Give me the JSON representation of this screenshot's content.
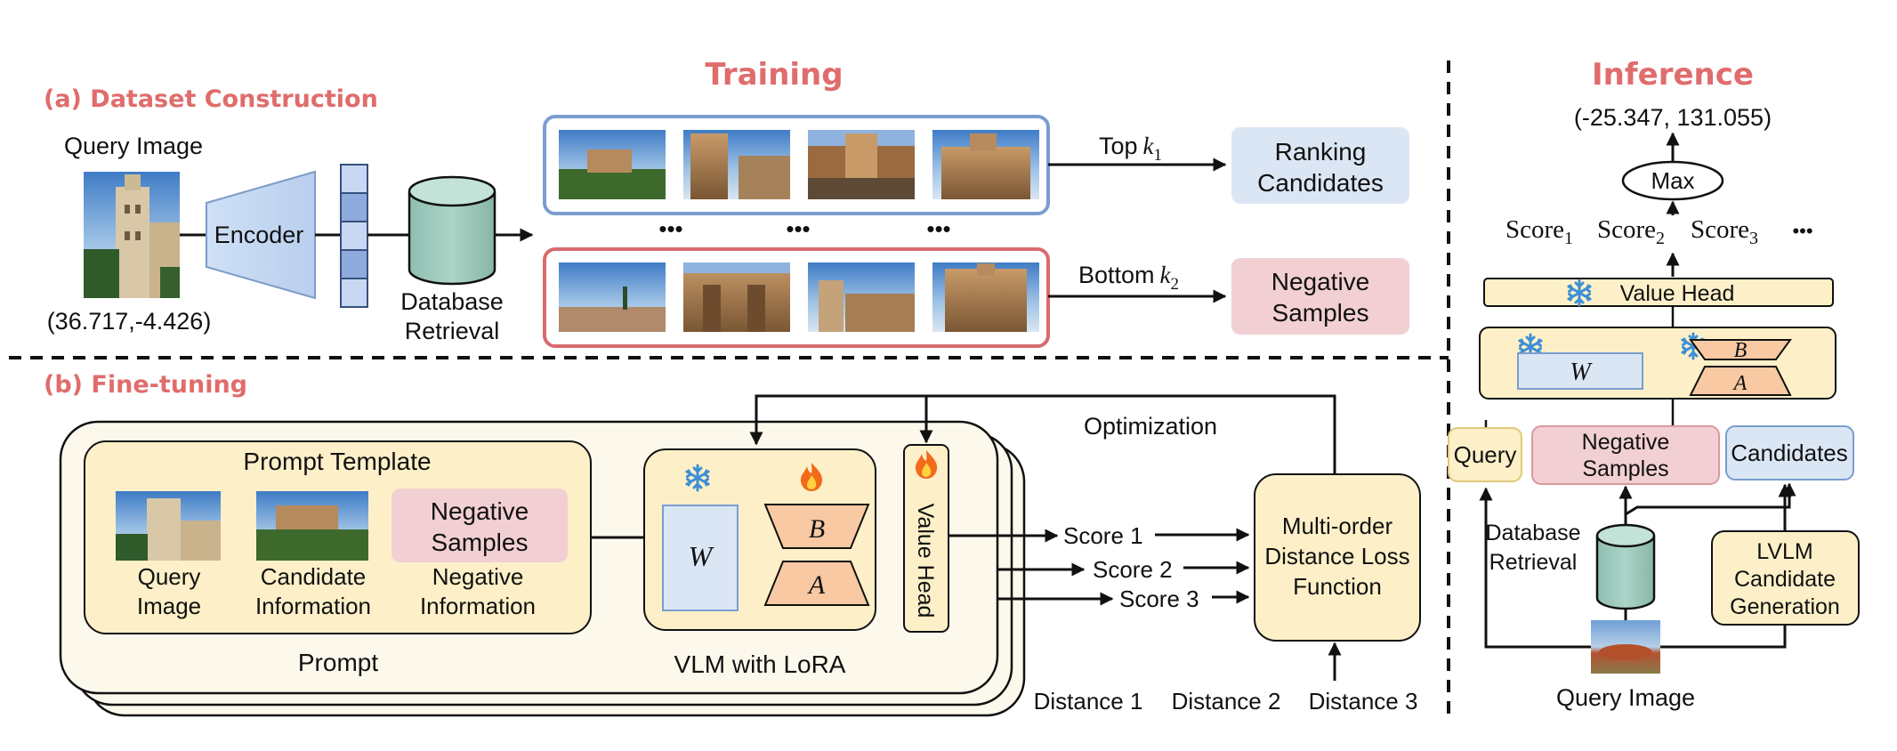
{
  "headings": {
    "training": "Training",
    "inference": "Inference",
    "dataset_construction": "(a) Dataset Construction",
    "fine_tuning": "(b) Fine-tuning"
  },
  "dataset": {
    "query_image_label": "Query Image",
    "query_coords": "(36.717,-4.426)",
    "encoder": "Encoder",
    "database_retrieval": [
      "Database",
      "Retrieval"
    ],
    "top_k": "Top",
    "top_k_var": "k",
    "top_k_sub": "1",
    "bottom_k": "Bottom",
    "bottom_k_var": "k",
    "bottom_k_sub": "2",
    "ranking_candidates": [
      "Ranking",
      "Candidates"
    ],
    "negative_samples": [
      "Negative",
      "Samples"
    ],
    "ellipsis": "•••"
  },
  "finetune": {
    "prompt_template": "Prompt Template",
    "prompt": "Prompt",
    "query_image": [
      "Query",
      "Image"
    ],
    "candidate_information": [
      "Candidate",
      "Information"
    ],
    "negative_samples_box": [
      "Negative",
      "Samples"
    ],
    "negative_information": [
      "Negative",
      "Information"
    ],
    "vlm_with_lora": "VLM with LoRA",
    "w": "W",
    "b": "B",
    "a": "A",
    "value_head": "Value Head",
    "optimization": "Optimization",
    "scores": [
      "Score 1",
      "Score 2",
      "Score 3"
    ],
    "loss": [
      "Multi-order",
      "Distance Loss",
      "Function"
    ],
    "distances": [
      "Distance 1",
      "Distance 2",
      "Distance 3"
    ]
  },
  "inference": {
    "result_coords": "(-25.347, 131.055)",
    "max": "Max",
    "score_prefix": "Score",
    "score_subs": [
      "1",
      "2",
      "3"
    ],
    "score_ellipsis": "•••",
    "value_head": "Value Head",
    "w": "W",
    "b": "B",
    "a": "A",
    "query": "Query",
    "negative_samples": [
      "Negative",
      "Samples"
    ],
    "candidates": "Candidates",
    "database_retrieval": [
      "Database",
      "Retrieval"
    ],
    "lvlm": [
      "LVLM",
      "Candidate",
      "Generation"
    ],
    "query_image": "Query Image"
  },
  "icons": [
    "snowflake-icon",
    "flame-icon"
  ],
  "colors": {
    "accent_red": "#e06c6c",
    "cream": "#fdf3d4",
    "blue_box": "#dbe6f5",
    "pink_box": "#f2cfd2",
    "teal_cylinder": "#9cc9bc",
    "lora_orange": "#f8c9a2",
    "snow_blue": "#3d8fd6",
    "flame": "#f26a1b"
  }
}
